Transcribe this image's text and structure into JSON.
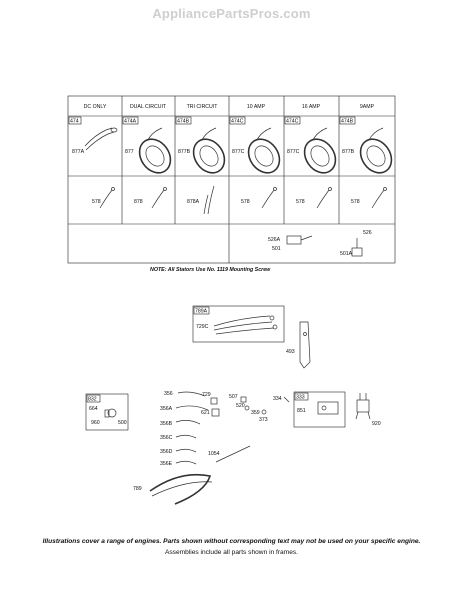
{
  "watermark": "AppliancePartsPros.com",
  "stator_table": {
    "headers": [
      "DC ONLY",
      "DUAL CIRCUIT",
      "TRI CIRCUIT",
      "10 AMP",
      "16 AMP",
      "9AMP"
    ],
    "frame_ids": [
      "474",
      "474A",
      "474B",
      "474C",
      "474C",
      "474B"
    ],
    "stator_parts": [
      "877A",
      "877",
      "877B",
      "877C",
      "877C",
      "877B"
    ],
    "lead_parts": [
      "578",
      "878",
      "878A",
      "578",
      "578",
      "578"
    ],
    "extra_parts": [
      "526A",
      "501",
      "526",
      "501A"
    ]
  },
  "note": "NOTE: All Stators Use No. 1119 Mounting Screw",
  "harness": {
    "frame_id": "789A",
    "part": "729C",
    "bracket": "493"
  },
  "lower": {
    "frame_832": "832",
    "frame_832_parts": [
      "664",
      "960",
      "500"
    ],
    "wires": [
      "356",
      "356A",
      "356B",
      "356C",
      "356D",
      "356E",
      "789"
    ],
    "small_parts": [
      "729",
      "621",
      "507",
      "520",
      "359",
      "373",
      "334",
      "1054"
    ],
    "frame_333": "333",
    "frame_333_parts": [
      "851"
    ],
    "switch": "920"
  },
  "footer": {
    "line1": "Illustrations cover a range of engines. Parts shown without corresponding text may not be used on your specific engine.",
    "line2": "Assemblies include all parts shown in frames."
  },
  "colors": {
    "ink": "#111111",
    "watermark": "#cfcfcf"
  }
}
